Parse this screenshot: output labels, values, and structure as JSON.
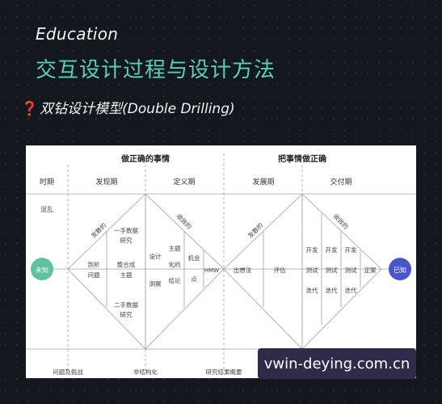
{
  "header": {
    "label": "Education",
    "title": "交互设计过程与设计方法",
    "subtitle_mark": "❓",
    "subtitle": "双钻设计模型(Double Drilling)"
  },
  "diagram": {
    "section_left": "做正确的事情",
    "section_right": "把事情做正确",
    "row_period": "时期",
    "row_unclear": "混乱",
    "phases": [
      "发现期",
      "定义期",
      "发展期",
      "交付期"
    ],
    "start": "未知",
    "end": "已知",
    "diverge_1": "发散的",
    "converge_1": "收拢的",
    "diverge_2": "发散的",
    "converge_2": "收拢的",
    "d1_cells": [
      "剖析问题",
      "一手数据研究",
      "整合成主题",
      "二手数据研究"
    ],
    "d1_right_cells": [
      "设计洞察",
      "主题化的结论",
      "机会点",
      "HMW"
    ],
    "d2_cells": [
      "出想法",
      "评估"
    ],
    "d2_right_cols": [
      [
        "开发",
        "测试",
        "迭代"
      ],
      [
        "开发",
        "测试",
        "迭代"
      ],
      [
        "开发",
        "测试",
        "迭代"
      ]
    ],
    "d2_end": "定案",
    "bottom_labels": [
      "问题及挑战",
      "非结构化",
      "研究结果概要"
    ]
  },
  "watermark": "vwin-deying.com.cn",
  "colors": {
    "background": "#15171e",
    "title_accent": "#58d0b4",
    "start_circle": "#5dc39e",
    "end_circle": "#4a55c9",
    "question_mark": "#e0303a"
  }
}
